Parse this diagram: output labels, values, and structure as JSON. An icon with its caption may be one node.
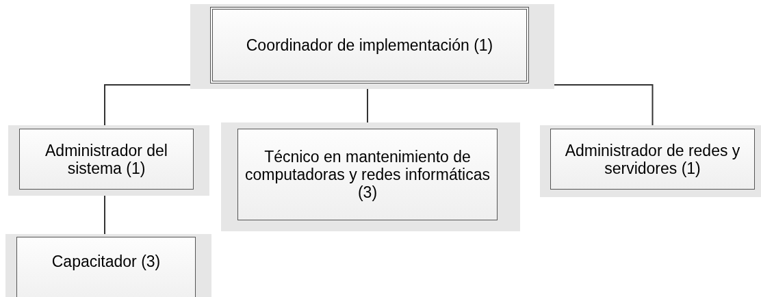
{
  "diagram": {
    "nodes": [
      {
        "text": [
          "Coordinador de implementación (1)"
        ]
      },
      {
        "text": [
          "Administrador del sistema (1)"
        ]
      },
      {
        "text": [
          "Técnico en mantenimiento de computadoras y redes informáticas (3)"
        ]
      },
      {
        "text": [
          "Administrador de redes y servidores (1)"
        ]
      },
      {
        "text": [
          "Capacitador (3)"
        ]
      }
    ],
    "edges": [
      {
        "from": 0,
        "to": 1,
        "arrow": "none"
      },
      {
        "from": 0,
        "to": 2,
        "arrow": "none"
      },
      {
        "from": 0,
        "to": 3,
        "arrow": "none"
      },
      {
        "from": 1,
        "to": 4,
        "arrow": "none"
      }
    ]
  }
}
